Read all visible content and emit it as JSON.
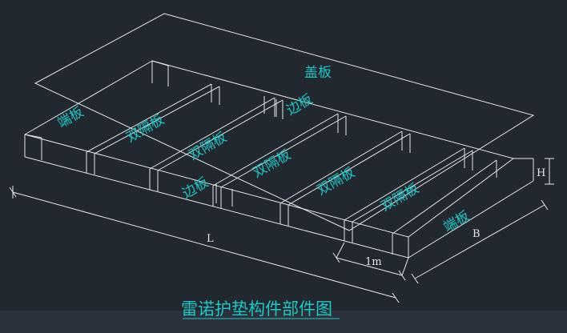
{
  "labels": {
    "lid": "盖板",
    "end_left": "端板",
    "end_right": "端板",
    "side_back": "边板",
    "side_front": "边板",
    "partitions": [
      "双隔板",
      "双隔板",
      "双隔板",
      "双隔板",
      "双隔板"
    ]
  },
  "dimensions": {
    "length": "L",
    "width": "B",
    "height": "H",
    "cell": "1m"
  },
  "title": "雷诺护垫构件部件图",
  "colors": {
    "background": "#212830",
    "line": "#e6e6e6",
    "label": "#21c6c6"
  }
}
